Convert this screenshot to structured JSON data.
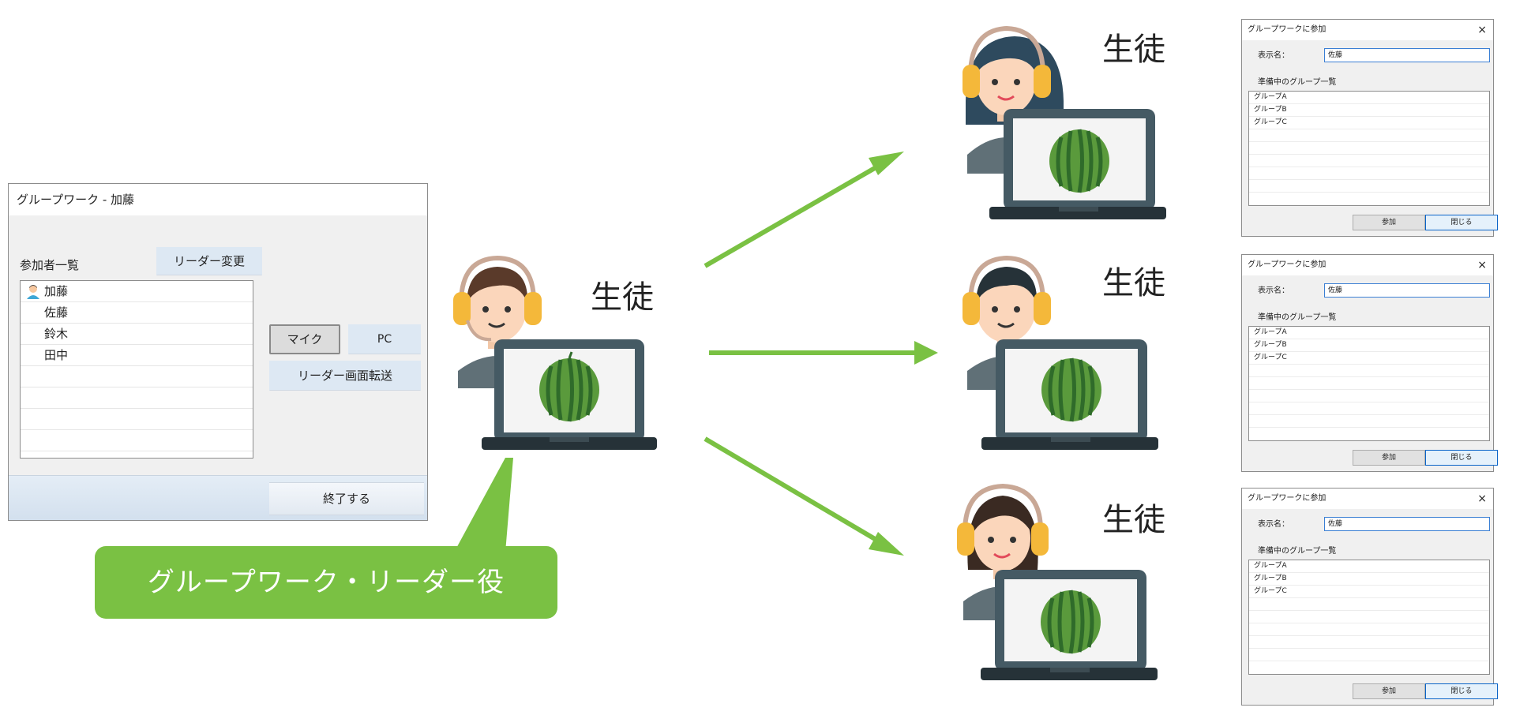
{
  "leader_window": {
    "title": "グループワーク - 加藤",
    "participants_label": "参加者一覧",
    "leader_change_button": "リーダー変更",
    "participants": [
      "加藤",
      "佐藤",
      "鈴木",
      "田中"
    ],
    "mic_button": "マイク",
    "pc_button": "PC",
    "screen_transfer_button": "リーダー画面転送",
    "end_button": "終了する"
  },
  "callout": {
    "text": "グループワーク・リーダー役",
    "color": "#7ac143"
  },
  "figures": {
    "leader_label": "生徒",
    "student_labels": [
      "生徒",
      "生徒",
      "生徒"
    ]
  },
  "join_dialog": {
    "title": "グループワークに参加",
    "close_glyph": "×",
    "display_name_label": "表示名：",
    "display_name_value": "佐藤",
    "groups_label": "準備中のグループ一覧",
    "groups": [
      "グループA",
      "グループB",
      "グループC"
    ],
    "join_button": "参加",
    "close_button": "閉じる"
  },
  "colors": {
    "arrow": "#7ac143",
    "laptop_frame": "#455a64",
    "watermelon": "#5a9a3c"
  }
}
